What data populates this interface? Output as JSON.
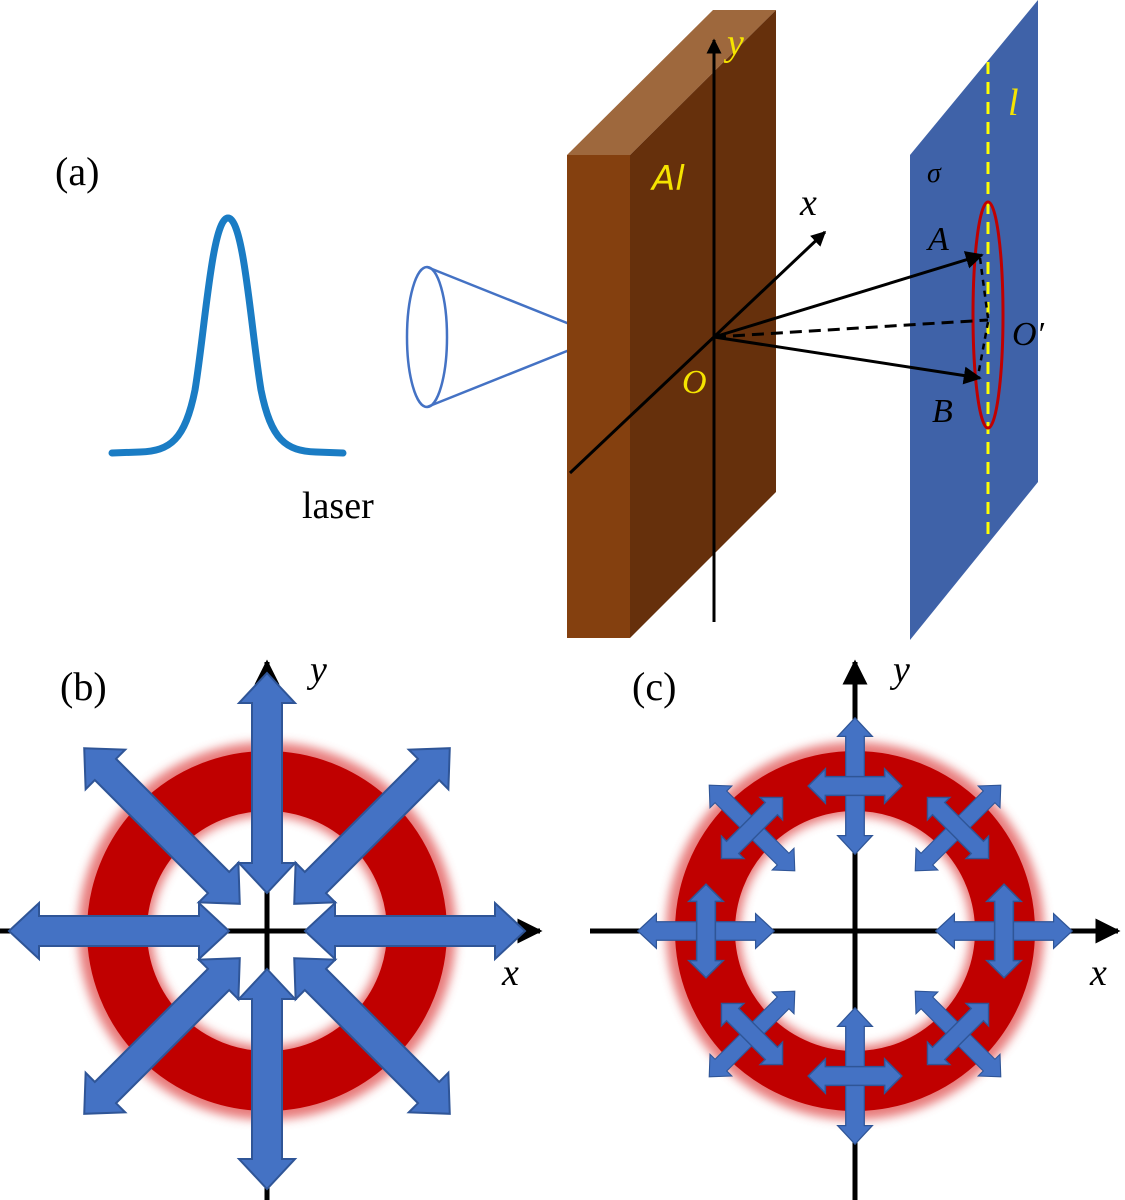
{
  "panel_a": {
    "label": "(a)",
    "laser_label": "laser",
    "target_label": "Al",
    "axis_x": "x",
    "axis_y": "y",
    "origin": "O",
    "screen_origin": "O′",
    "point_a": "A",
    "point_b": "B",
    "line_label": "l",
    "screen_angle_label": "σ"
  },
  "panel_b": {
    "label": "(b)",
    "axis_x": "x",
    "axis_y": "y"
  },
  "panel_c": {
    "label": "(c)",
    "axis_x": "x",
    "axis_y": "y"
  },
  "colors": {
    "pulse": "#1a7cc4",
    "slab_front": "#84400f",
    "slab_side": "#66300c",
    "slab_top": "#9e683d",
    "screen": "#3f62a8",
    "ring": "#c00000",
    "arrow_fill": "#4472c4",
    "arrow_stroke": "#2f5597",
    "label_yellow": "#f5e400"
  }
}
